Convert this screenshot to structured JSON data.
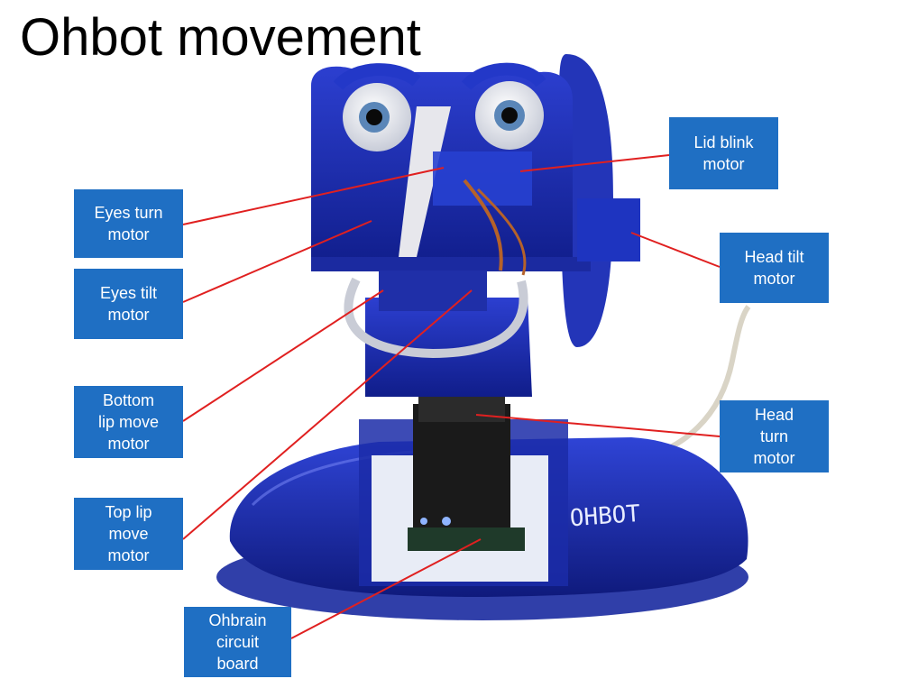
{
  "title": "Ohbot movement",
  "labels": {
    "eyes_turn": "Eyes turn\nmotor",
    "eyes_tilt": "Eyes tilt\nmotor",
    "bottom_lip": "Bottom\nlip move\nmotor",
    "top_lip": "Top lip\nmove\nmotor",
    "ohbrain": "Ohbrain\ncircuit\nboard",
    "lid_blink": "Lid blink\nmotor",
    "head_tilt": "Head tilt\nmotor",
    "head_turn": "Head\nturn\nmotor"
  },
  "base_logo": "OHBOT",
  "colors": {
    "label_bg": "#1f6fc3",
    "leader_line": "#e02020",
    "robot_blue": "#1c2fa8"
  }
}
